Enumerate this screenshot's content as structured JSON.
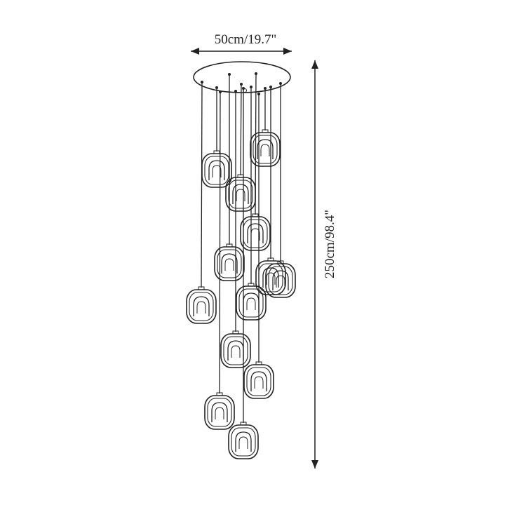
{
  "dimensions": {
    "width_label": "50cm/19.7\"",
    "height_label": "250cm/98.4\""
  },
  "fixture": {
    "pendant_count": 13
  },
  "colors": {
    "ink": "#222222",
    "background": "#ffffff"
  }
}
